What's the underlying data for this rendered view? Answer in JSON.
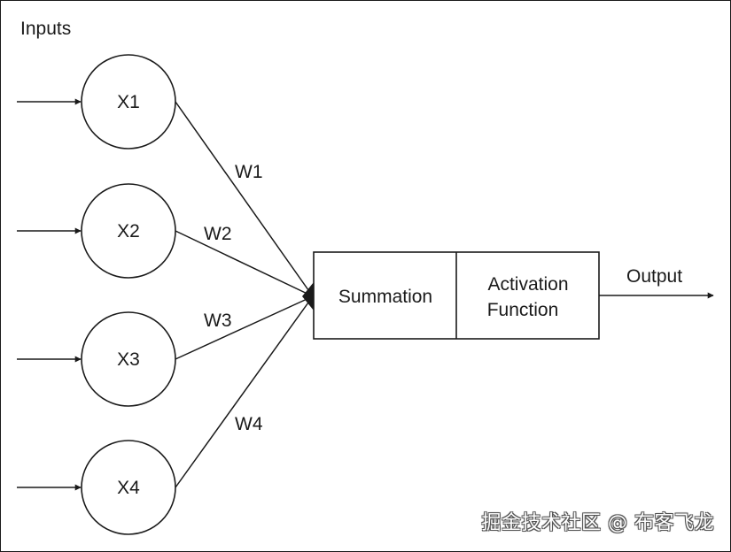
{
  "inputs_title": "Inputs",
  "inputs": [
    {
      "label": "X1",
      "weight": "W1"
    },
    {
      "label": "X2",
      "weight": "W2"
    },
    {
      "label": "X3",
      "weight": "W3"
    },
    {
      "label": "X4",
      "weight": "W4"
    }
  ],
  "summation_label": "Summation",
  "activation_label_line1": "Activation",
  "activation_label_line2": "Function",
  "output_label": "Output",
  "watermark": "掘金技术社区 @ 布客飞龙"
}
